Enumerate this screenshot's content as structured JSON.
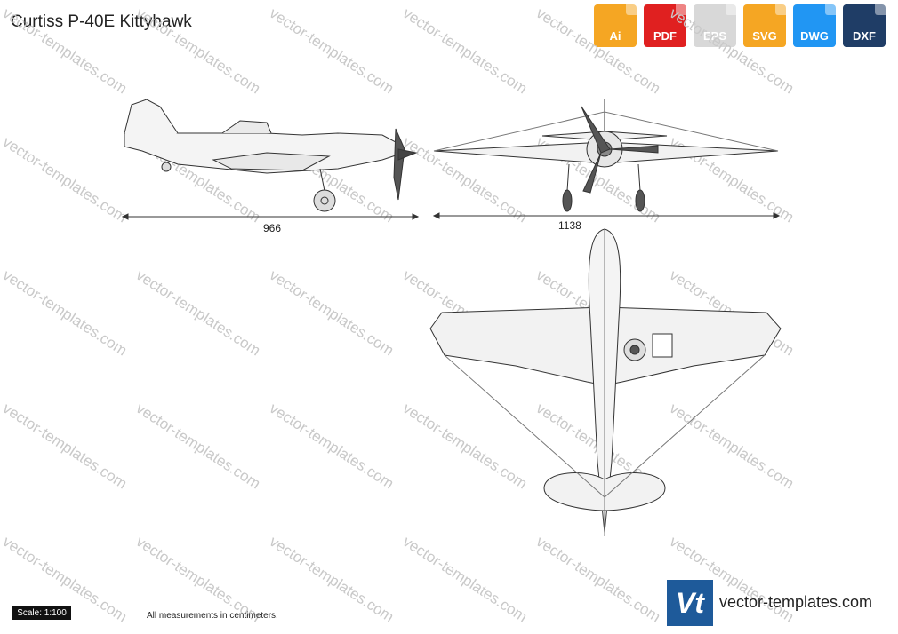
{
  "title": "Curtiss P-40E Kittyhawk",
  "formats": [
    {
      "label": "Ai",
      "color": "#f5a623",
      "icon": "ai-file-icon"
    },
    {
      "label": "PDF",
      "color": "#e02020",
      "icon": "pdf-file-icon"
    },
    {
      "label": "EPS",
      "color": "#d8d8d8",
      "icon": "eps-file-icon"
    },
    {
      "label": "SVG",
      "color": "#f5a623",
      "icon": "svg-file-icon"
    },
    {
      "label": "DWG",
      "color": "#2196f3",
      "icon": "dwg-file-icon"
    },
    {
      "label": "DXF",
      "color": "#1f3d66",
      "icon": "dxf-file-icon"
    }
  ],
  "dimensions": {
    "side_length": "966",
    "front_span": "1138"
  },
  "scale": "Scale: 1:100",
  "note": "All measurements in centimeters.",
  "logo_text": "Vt",
  "site": "vector-templates.com",
  "watermark": "vector-templates.com"
}
